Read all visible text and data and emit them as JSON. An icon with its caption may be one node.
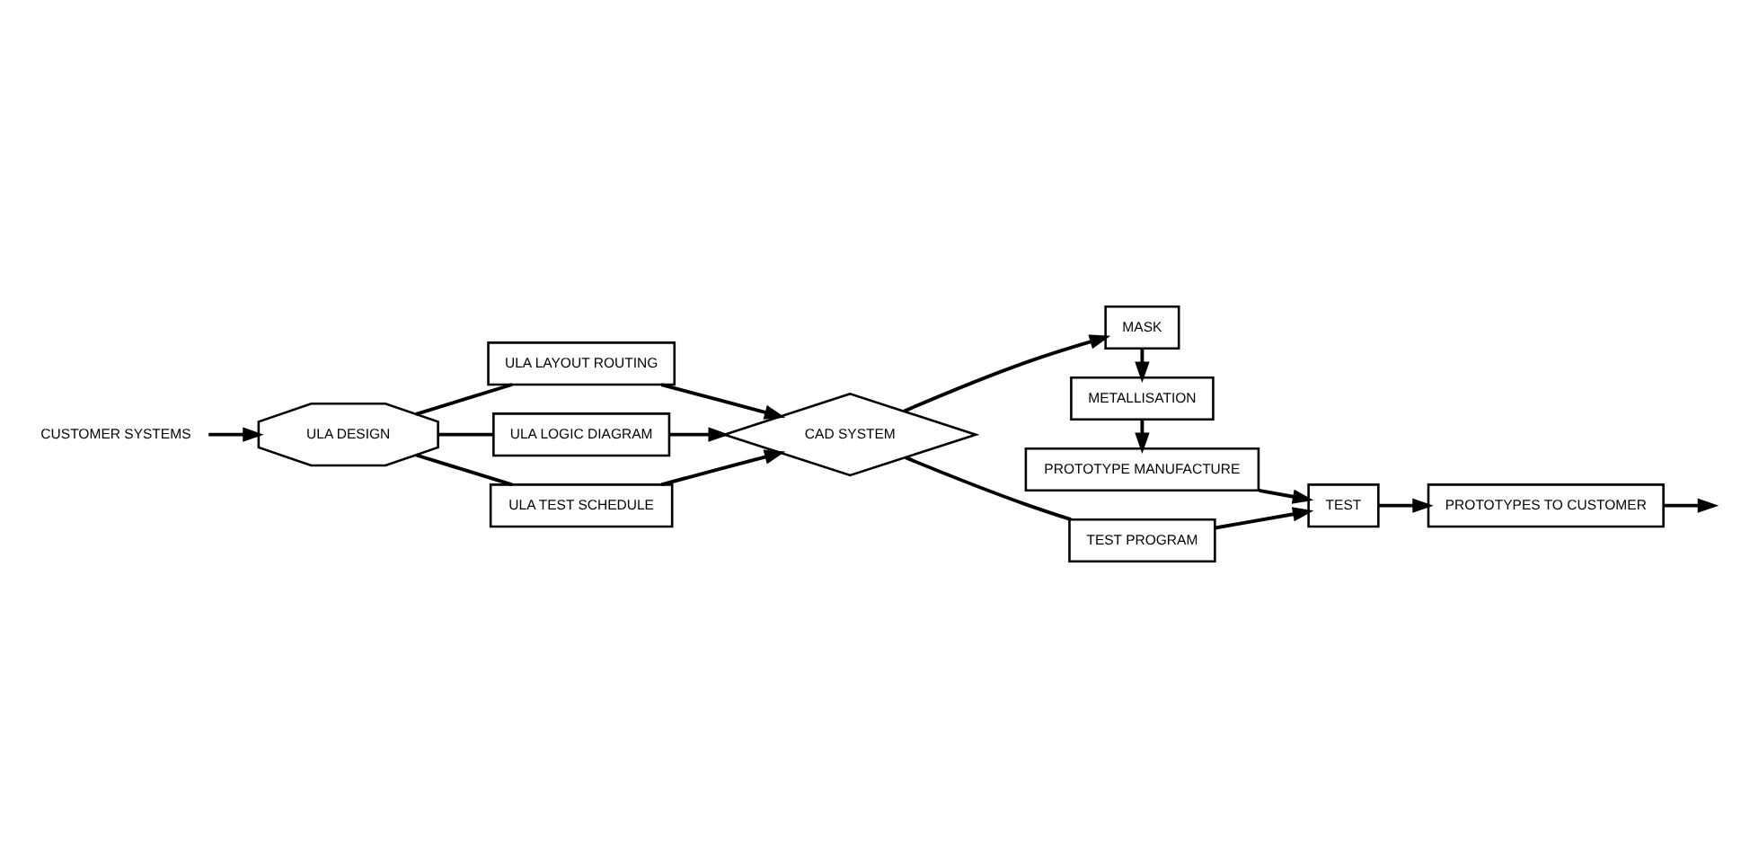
{
  "diagram": {
    "nodes": [
      {
        "text": [
          "CUSTOMER SYSTEMS"
        ]
      },
      {
        "text": [
          "ULA DESIGN"
        ]
      },
      {
        "text": [
          "ULA LAYOUT ROUTING"
        ]
      },
      {
        "text": [
          "ULA LOGIC DIAGRAM"
        ]
      },
      {
        "text": [
          "ULA TEST SCHEDULE"
        ]
      },
      {
        "text": [
          "CAD SYSTEM"
        ]
      },
      {
        "text": [
          "MASK"
        ]
      },
      {
        "text": [
          "METALLISATION"
        ]
      },
      {
        "text": [
          "PROTOTYPE MANUFACTURE"
        ]
      },
      {
        "text": [
          "TEST PROGRAM"
        ]
      },
      {
        "text": [
          "TEST"
        ]
      },
      {
        "text": [
          "PROTOTYPES TO CUSTOMER"
        ]
      }
    ],
    "edges": [
      {
        "from": 0,
        "to": 1,
        "arrow": "to"
      },
      {
        "from": 1,
        "to": 2,
        "arrow": "none"
      },
      {
        "from": 1,
        "to": 3,
        "arrow": "none"
      },
      {
        "from": 1,
        "to": 4,
        "arrow": "none"
      },
      {
        "from": 2,
        "to": 5,
        "arrow": "to"
      },
      {
        "from": 3,
        "to": 5,
        "arrow": "to"
      },
      {
        "from": 4,
        "to": 5,
        "arrow": "to"
      },
      {
        "from": 5,
        "to": 6,
        "arrow": "to"
      },
      {
        "from": 6,
        "to": 7,
        "arrow": "to"
      },
      {
        "from": 7,
        "to": 8,
        "arrow": "to"
      },
      {
        "from": 5,
        "to": 9,
        "arrow": "none"
      },
      {
        "from": 9,
        "to": 10,
        "arrow": "to"
      },
      {
        "from": 8,
        "to": 10,
        "arrow": "to"
      },
      {
        "from": 10,
        "to": 11,
        "arrow": "to"
      },
      {
        "from": 11,
        "to": null,
        "arrow": "to"
      }
    ]
  }
}
